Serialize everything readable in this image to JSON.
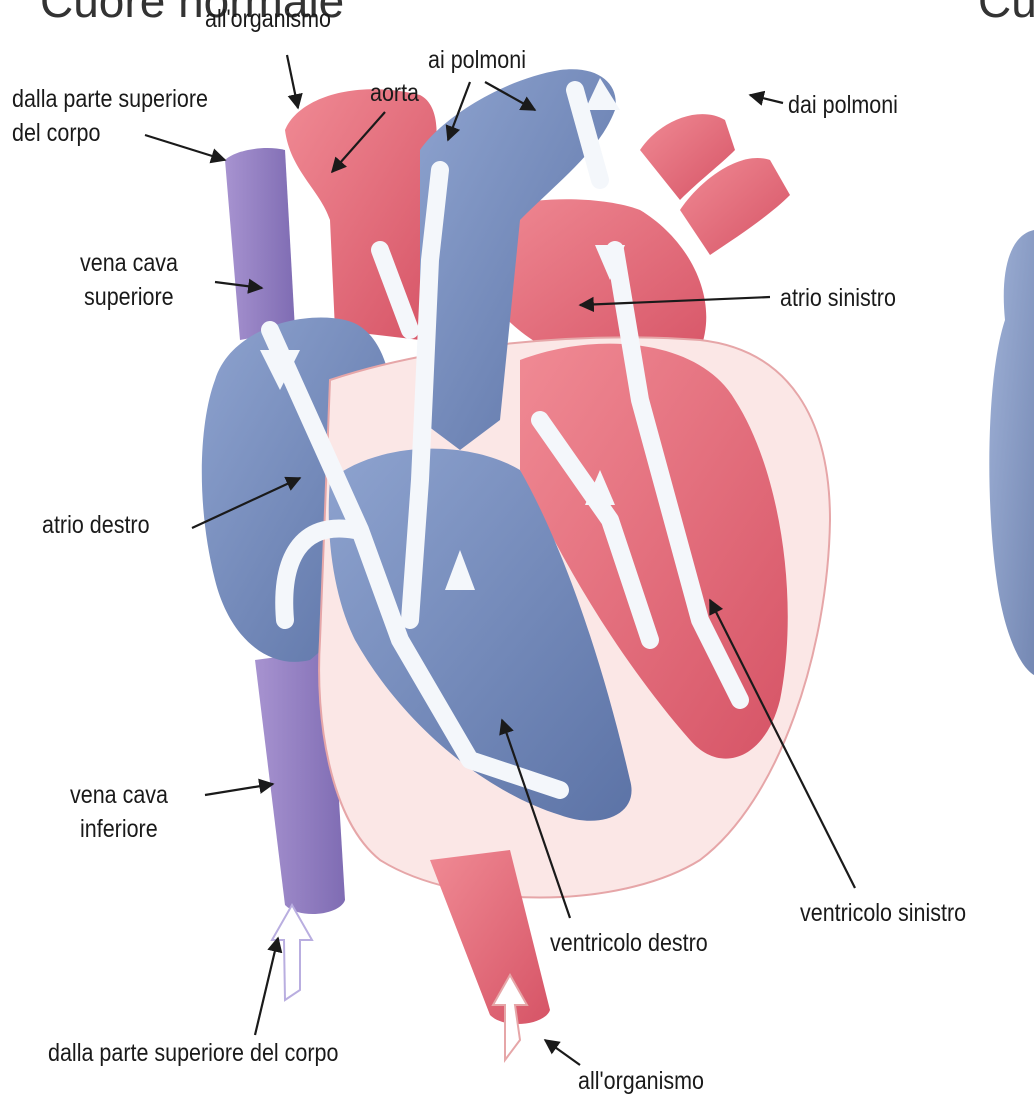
{
  "labels": {
    "to_body_top": "all'organismo",
    "from_upper_body": [
      "dalla parte superiore",
      "del corpo"
    ],
    "aorta": "aorta",
    "to_lungs": "ai polmoni",
    "from_lungs": "dai polmoni",
    "superior_vena_cava": [
      "vena cava",
      "superiore"
    ],
    "left_atrium": "atrio sinistro",
    "right_atrium": "atrio destro",
    "inferior_vena_cava": [
      "vena cava",
      "inferiore"
    ],
    "left_ventricle": "ventricolo sinistro",
    "right_ventricle": "ventricolo destro",
    "from_upper_body_bottom": "dalla parte superiore del corpo",
    "to_body_bottom": "all'organismo"
  },
  "title_fragments": {
    "left": "Cuore normale",
    "right": "Cu"
  },
  "colors": {
    "oxygenated": "#e8707c",
    "oxygenated_dark": "#c94a5a",
    "deoxygenated": "#7d93bf",
    "deoxygenated_dark": "#5b6f9e",
    "vena_cava": "#9b86c4",
    "flow_arrow": "#f4f7fb",
    "label_text": "#1a1a1a"
  }
}
